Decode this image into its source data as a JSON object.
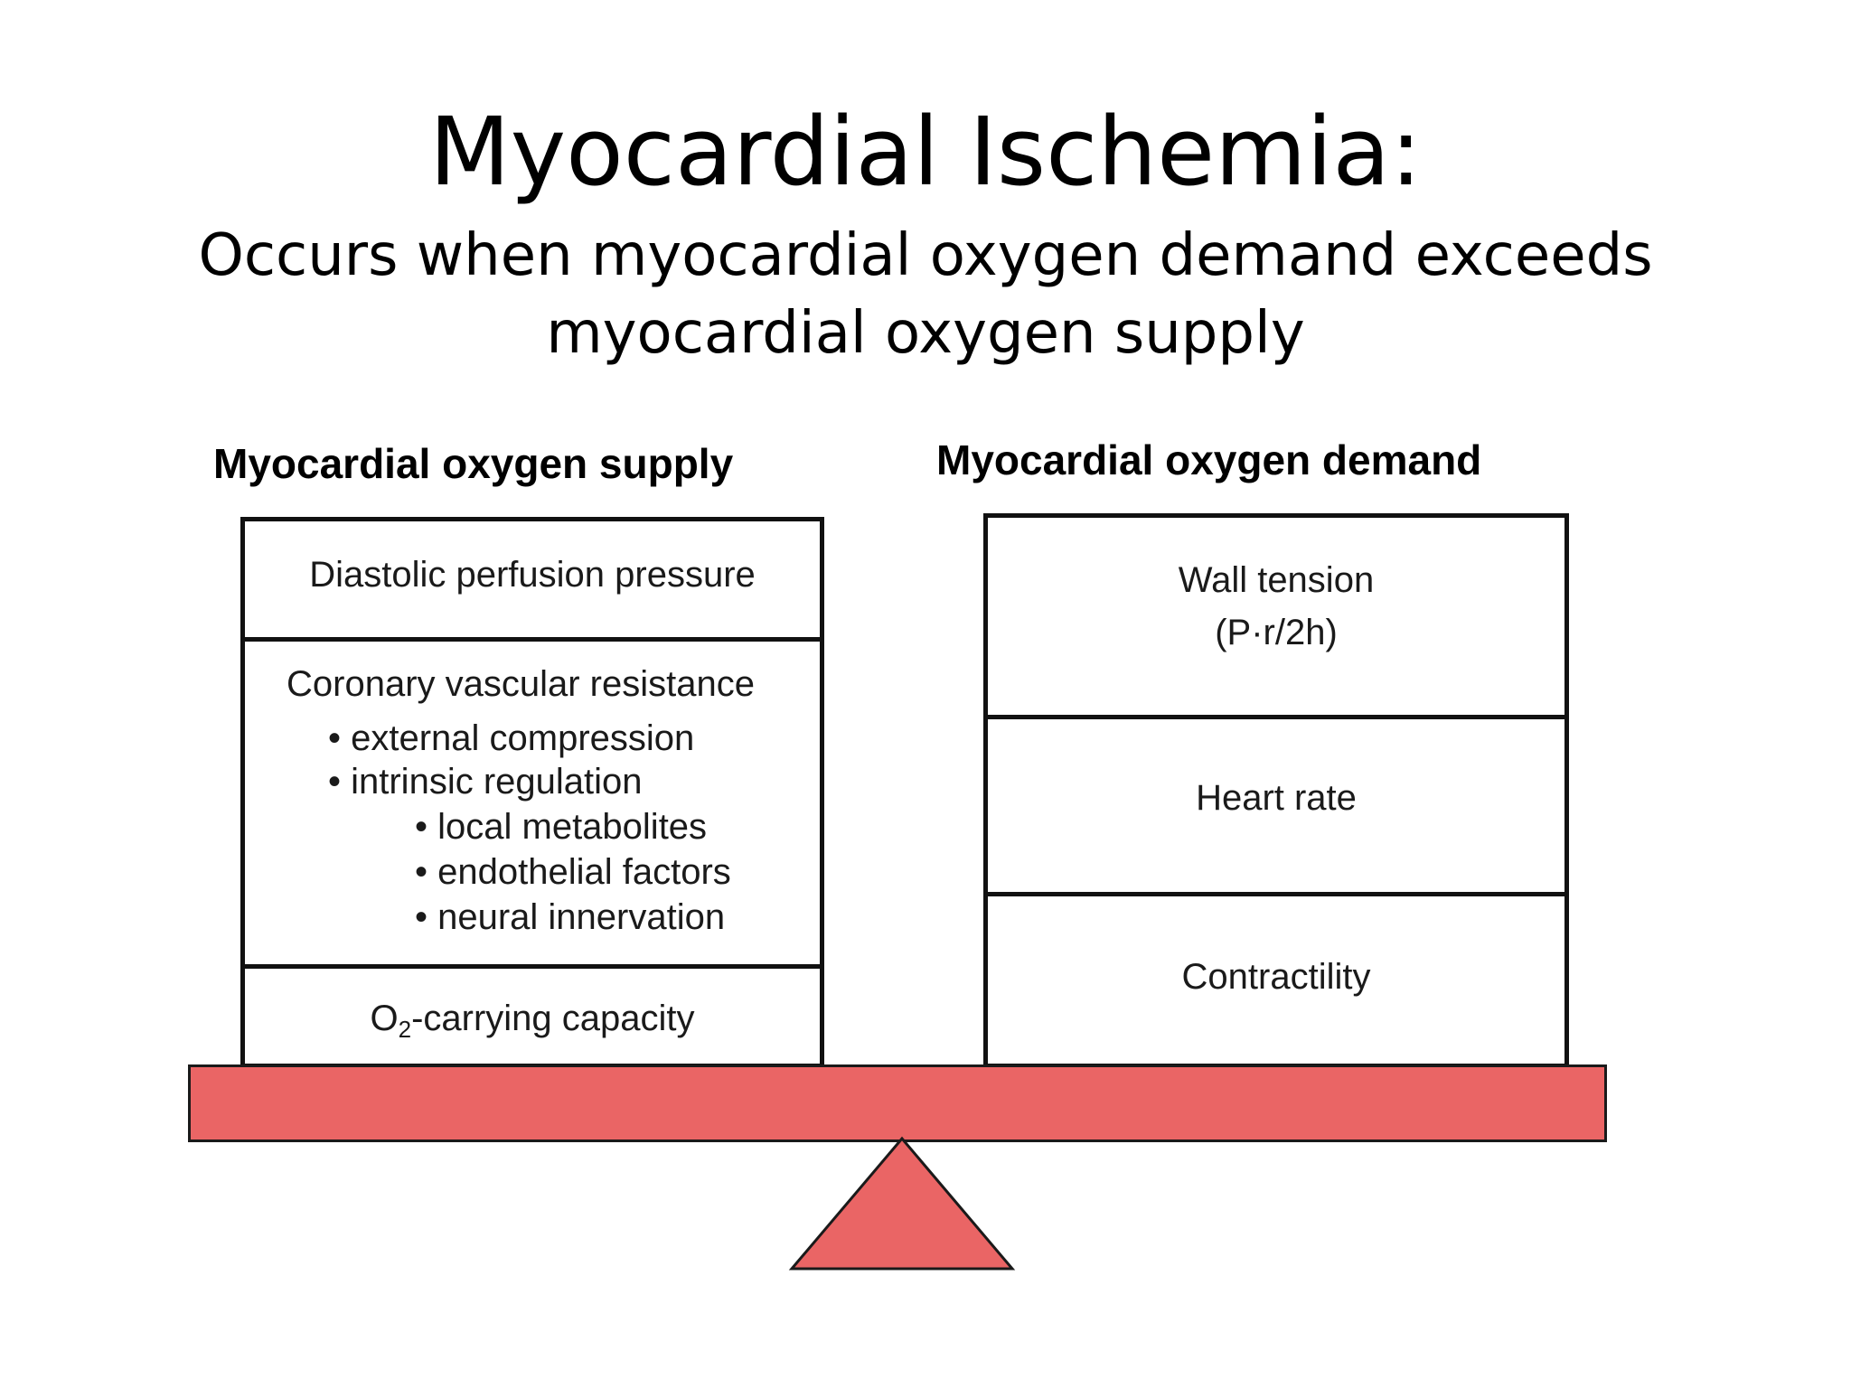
{
  "slide": {
    "title": "Myocardial Ischemia:",
    "subtitle": "Occurs when myocardial oxygen demand exceeds myocardial oxygen supply"
  },
  "supply": {
    "header": "Myocardial oxygen supply",
    "perfusion": "Diastolic perfusion pressure",
    "resistance": {
      "heading": "Coronary vascular resistance",
      "items": [
        "• external compression",
        "• intrinsic regulation",
        "• local metabolites",
        "• endothelial factors",
        "• neural innervation"
      ]
    },
    "o2": {
      "prefix": "O",
      "sub": "2",
      "suffix": "-carrying capacity"
    }
  },
  "demand": {
    "header": "Myocardial oxygen demand",
    "wall_tension": "Wall tension",
    "wall_formula": "(P·r/2h)",
    "heart_rate": "Heart rate",
    "contractility": "Contractility"
  },
  "colors": {
    "beam": "#ea6565",
    "fulcrum": "#ea6565",
    "outline": "#111111"
  },
  "icons": {
    "fulcrum": "triangle-fulcrum-icon"
  }
}
